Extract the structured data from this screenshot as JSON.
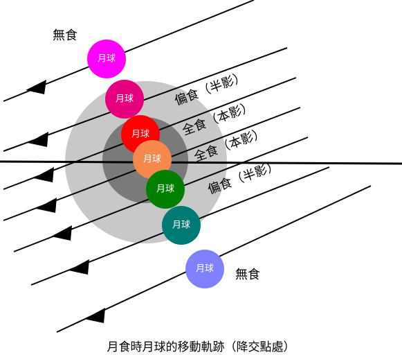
{
  "diagram": {
    "moon_label": "月球",
    "phase_labels": {
      "no_eclipse_top": "無食",
      "partial_upper": "偏食（半影）",
      "total_upper": "全食（本影）",
      "total_lower": "全食（本影）",
      "partial_lower": "偏食（半影）",
      "no_eclipse_bottom": "無食"
    },
    "caption": "月食時月球的移動軌跡（降交點處）",
    "moons": [
      {
        "phase": "no-eclipse",
        "color": "#ff00ff"
      },
      {
        "phase": "penumbral-partial",
        "color": "#e6007e"
      },
      {
        "phase": "umbral-total",
        "color": "#ff0000"
      },
      {
        "phase": "umbral-total",
        "color": "#f5884a"
      },
      {
        "phase": "umbral-total",
        "color": "#008000"
      },
      {
        "phase": "penumbral-partial",
        "color": "#007a75"
      },
      {
        "phase": "no-eclipse",
        "color": "#8080ff"
      }
    ],
    "shadow_colors": {
      "penumbra": "#c8c8c8",
      "umbra": "#7a7a7a"
    }
  }
}
